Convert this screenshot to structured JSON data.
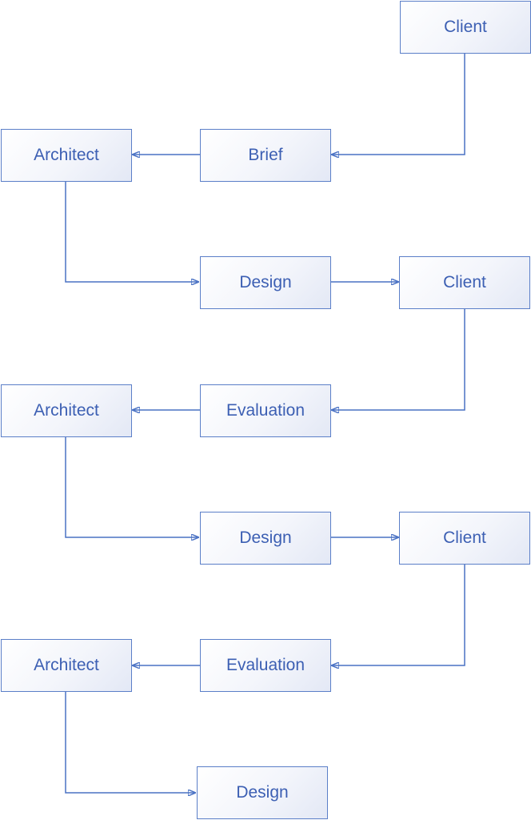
{
  "nodes": {
    "client_1": "Client",
    "brief": "Brief",
    "architect_1": "Architect",
    "design_1": "Design",
    "client_2": "Client",
    "evaluation_1": "Evaluation",
    "architect_2": "Architect",
    "design_2": "Design",
    "client_3": "Client",
    "evaluation_2": "Evaluation",
    "architect_3": "Architect",
    "design_3": "Design"
  },
  "colors": {
    "node_border": "#5b7fc8",
    "node_text": "#3c5fb3",
    "connector": "#4a72c4"
  }
}
